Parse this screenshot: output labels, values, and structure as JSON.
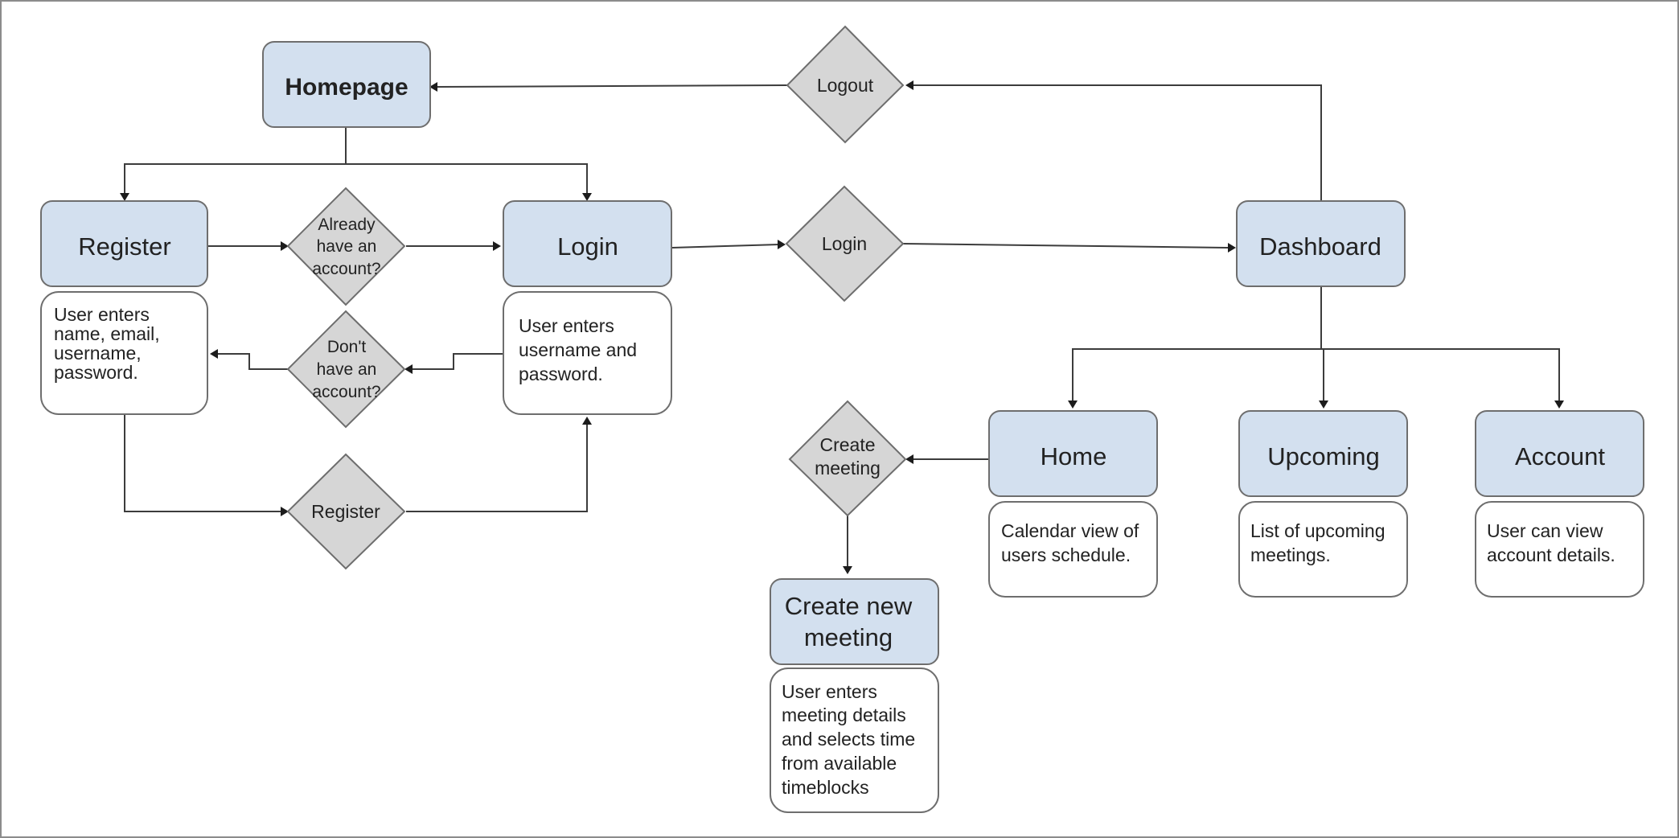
{
  "nodes": {
    "homepage": "Homepage",
    "register": "Register",
    "login": "Login",
    "dashboard": "Dashboard",
    "home": "Home",
    "upcoming": "Upcoming",
    "account": "Account",
    "create_new_meeting": [
      "Create new",
      "meeting"
    ]
  },
  "decisions": {
    "logout": "Logout",
    "login": "Login",
    "register": "Register",
    "already_have_account": [
      "Already",
      "have an",
      "account?"
    ],
    "dont_have_account": [
      "Don't",
      "have an",
      "account?"
    ],
    "create_meeting": [
      "Create",
      "meeting"
    ]
  },
  "descriptions": {
    "register": [
      "User enters",
      "name, email,",
      "username,",
      "password."
    ],
    "login": [
      "User enters",
      "username and",
      "password."
    ],
    "home": [
      "Calendar view of",
      "users schedule."
    ],
    "upcoming": [
      "List of upcoming",
      "meetings."
    ],
    "account": [
      "User can view",
      "account details."
    ],
    "create_new_meeting": [
      "User enters",
      "meeting details",
      "and selects time",
      "from available",
      "timeblocks"
    ]
  }
}
